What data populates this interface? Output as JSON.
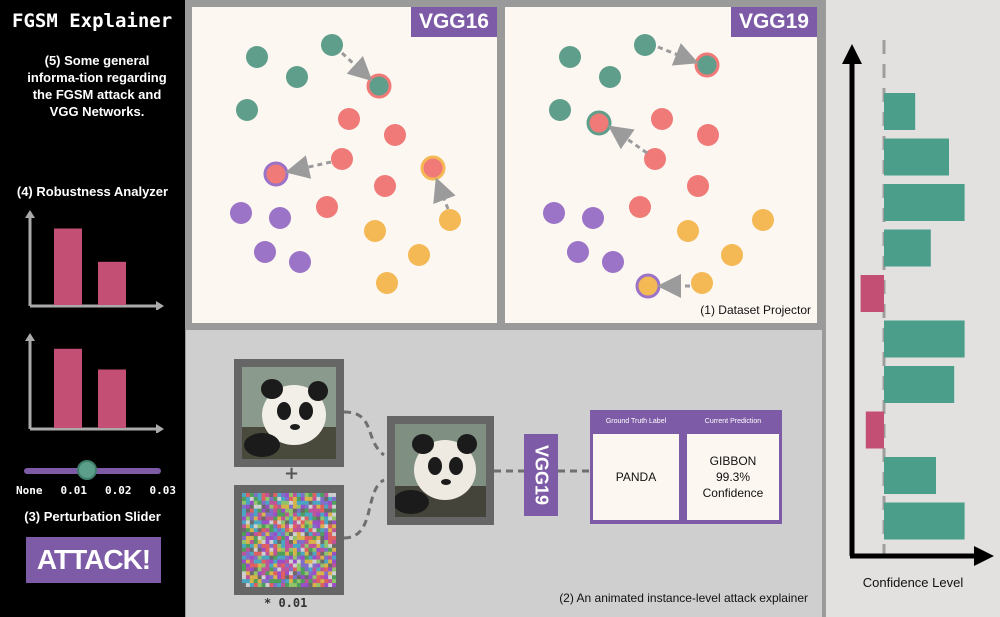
{
  "sidebar": {
    "app_title": "FGSM Explainer",
    "general_info": "(5) Some general informa-tion regarding the FGSM attack and VGG Networks.",
    "robustness_title": "(4) Robustness Analyzer",
    "robustness_charts": [
      {
        "values": [
          0.85,
          0.48
        ]
      },
      {
        "values": [
          0.88,
          0.65
        ]
      }
    ],
    "slider": {
      "ticks": [
        "None",
        "0.01",
        "0.02",
        "0.03"
      ],
      "selected": "0.01"
    },
    "slider_title": "(3) Perturbation Slider",
    "attack_label": "ATTACK!"
  },
  "projector": {
    "panels": [
      {
        "badge": "VGG16"
      },
      {
        "badge": "VGG19"
      }
    ],
    "caption": "(1) Dataset Projector",
    "colors": {
      "teal": "#5f9e8b",
      "red": "#ef7a78",
      "purple": "#9b73c7",
      "orange": "#f4b955",
      "arrow": "#9b9b9b"
    }
  },
  "explainer": {
    "noise_scale": "* 0.01",
    "model_label": "VGG19",
    "ground_truth_header": "Ground Truth Label",
    "current_prediction_header": "Current Prediction",
    "ground_truth": "PANDA",
    "prediction_label": "GIBBON",
    "prediction_confidence": "99.3%",
    "prediction_confidence_word": "Confidence",
    "caption": "(2) An animated instance-level attack explainer"
  },
  "confidence": {
    "axis_label": "Confidence Level",
    "bars": [
      {
        "value": 0.12,
        "color": "#4a9e8a"
      },
      {
        "value": 0.25,
        "color": "#4a9e8a"
      },
      {
        "value": 0.31,
        "color": "#4a9e8a"
      },
      {
        "value": 0.18,
        "color": "#4a9e8a"
      },
      {
        "value": -0.09,
        "color": "#c44f74"
      },
      {
        "value": 0.31,
        "color": "#4a9e8a"
      },
      {
        "value": 0.27,
        "color": "#4a9e8a"
      },
      {
        "value": -0.07,
        "color": "#c44f74"
      },
      {
        "value": 0.2,
        "color": "#4a9e8a"
      },
      {
        "value": 0.31,
        "color": "#4a9e8a"
      }
    ]
  }
}
